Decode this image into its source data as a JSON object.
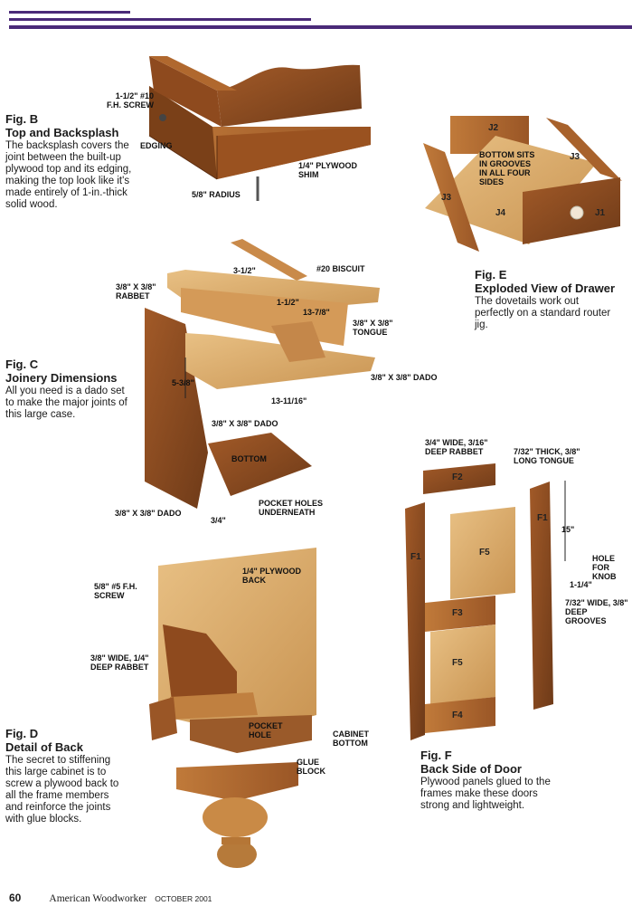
{
  "fig_b": {
    "num": "Fig. B",
    "title": "Top and Backsplash",
    "description": "The backsplash covers the joint between the built-up plywood top and its edging, making the top look like it's made entirely of 1-in.-thick solid wood.",
    "labels": {
      "screw": "1-1/2\" #10 F.H. SCREW",
      "edging": "EDGING",
      "shim": "1/4\" PLYWOOD SHIM",
      "radius": "5/8\" RADIUS"
    }
  },
  "fig_c": {
    "num": "Fig. C",
    "title": "Joinery Dimensions",
    "description": "All you need is a dado set to make the major joints of this large case.",
    "labels": {
      "dim_3_1_2": "3-1/2\"",
      "biscuit": "#20 BISCUIT",
      "rabbet": "3/8\" X 3/8\" RABBET",
      "dim_1_1_2": "1-1/2\"",
      "dim_13_7_8": "13-7/8\"",
      "tongue": "3/8\" X 3/8\" TONGUE",
      "dim_5_3_8": "5-3/8\"",
      "dado_right": "3/8\" X 3/8\" DADO",
      "dim_13_11_16": "13-11/16\"",
      "dado_mid": "3/8\" X 3/8\" DADO",
      "bottom": "BOTTOM",
      "pocket_holes": "POCKET HOLES UNDERNEATH",
      "dado_low": "3/8\" X 3/8\" DADO",
      "dim_3_4": "3/4\""
    }
  },
  "fig_e": {
    "num": "Fig. E",
    "title": "Exploded View of Drawer",
    "description": "The dovetails work out perfectly on a standard router jig.",
    "labels": {
      "bottom_note": "BOTTOM SITS IN GROOVES IN ALL FOUR SIDES"
    },
    "parts": {
      "j1": "J1",
      "j2": "J2",
      "j3a": "J3",
      "j3b": "J3",
      "j4": "J4"
    }
  },
  "fig_d": {
    "num": "Fig. D",
    "title": "Detail of Back",
    "description": "The secret to stiffening this large cabinet is to screw a plywood back to all the frame members and reinforce the joints with glue blocks.",
    "labels": {
      "back": "1/4\" PLYWOOD BACK",
      "screw": "5/8\" #5 F.H. SCREW",
      "rabbet": "3/8\" WIDE, 1/4\" DEEP RABBET",
      "pocket_hole": "POCKET HOLE",
      "cabinet_bottom": "CABINET BOTTOM",
      "glue_block": "GLUE BLOCK"
    }
  },
  "fig_f": {
    "num": "Fig. F",
    "title": "Back Side of Door",
    "description": "Plywood panels glued to the frames make these doors strong and lightweight.",
    "labels": {
      "rabbet": "3/4\" WIDE, 3/16\" DEEP RABBET",
      "tongue": "7/32\" THICK, 3/8\" LONG TONGUE",
      "dim_15": "15\"",
      "hole": "HOLE FOR KNOB",
      "dim_1_1_4": "1-1/4\"",
      "grooves": "7/32\" WIDE, 3/8\" DEEP GROOVES"
    },
    "parts": {
      "f2": "F2",
      "f1a": "F1",
      "f1b": "F1",
      "f5a": "F5",
      "f3": "F3",
      "f5b": "F5",
      "f4": "F4"
    }
  },
  "footer": {
    "page": "60",
    "magazine": "American Woodworker",
    "issue": "OCTOBER 2001"
  },
  "colors": {
    "accent_rule": "#4a2a78",
    "wood_dark": "#8a4a22",
    "wood_mid": "#b0682e",
    "wood_light": "#d8a868"
  }
}
